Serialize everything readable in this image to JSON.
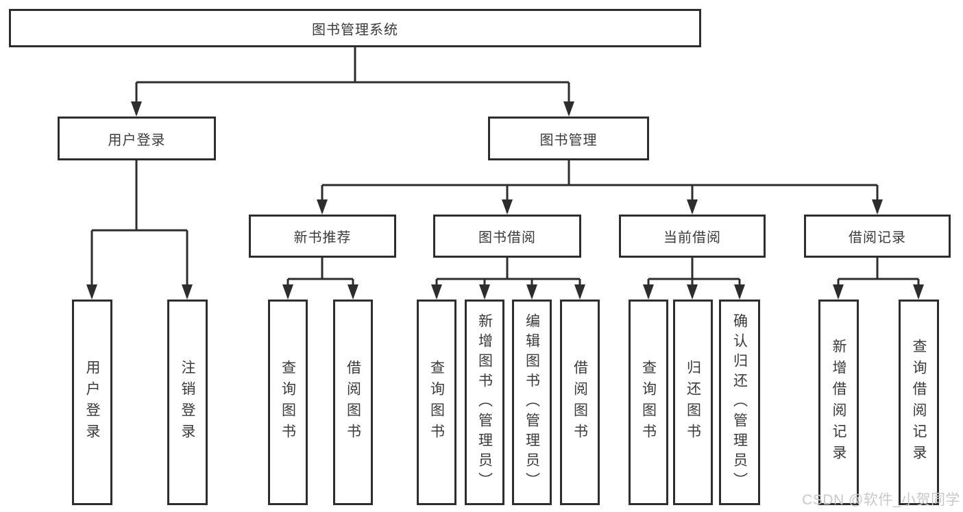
{
  "diagram": {
    "root": {
      "label": "图书管理系统"
    },
    "branches": [
      {
        "label": "用户登录",
        "leaves": [
          {
            "label": "用户登录"
          },
          {
            "label": "注销登录"
          }
        ]
      },
      {
        "label": "图书管理",
        "sections": [
          {
            "label": "新书推荐",
            "leaves": [
              {
                "label": "查询图书"
              },
              {
                "label": "借阅图书"
              }
            ]
          },
          {
            "label": "图书借阅",
            "leaves": [
              {
                "label": "查询图书"
              },
              {
                "label": "新增图书（管理员）"
              },
              {
                "label": "编辑图书（管理员）"
              },
              {
                "label": "借阅图书"
              }
            ]
          },
          {
            "label": "当前借阅",
            "leaves": [
              {
                "label": "查询图书"
              },
              {
                "label": "归还图书"
              },
              {
                "label": "确认归还（管理员）"
              }
            ]
          },
          {
            "label": "借阅记录",
            "leaves": [
              {
                "label": "新增借阅记录"
              },
              {
                "label": "查询借阅记录"
              }
            ]
          }
        ]
      }
    ]
  },
  "watermark": {
    "text": "CSDN @软件_小贺同学"
  },
  "colors": {
    "line": "#2d2d2d",
    "box_border": "#2d2d2d",
    "text": "#3a3a3a",
    "background": "#ffffff",
    "watermark": "#c8c8c8"
  }
}
